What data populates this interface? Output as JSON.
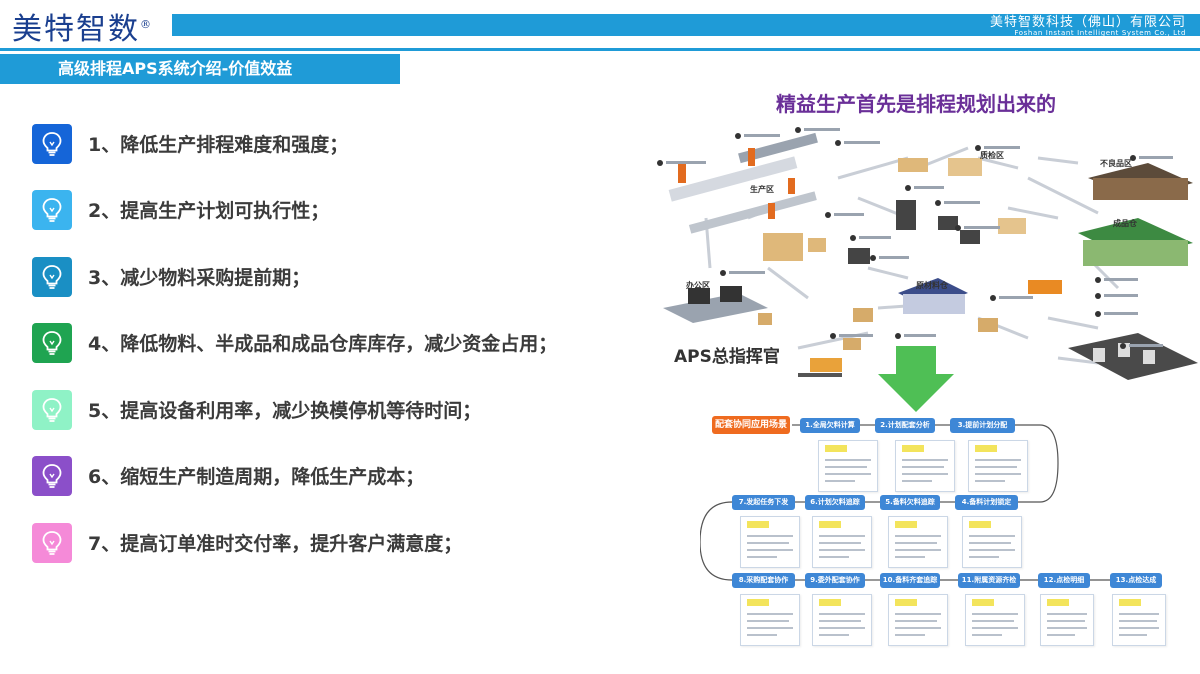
{
  "header": {
    "logo": "美特智数",
    "logo_mark": "®",
    "company_cn": "美特智数科技（佛山）有限公司",
    "company_en": "Foshan Instant Intelligent System Co., Ltd"
  },
  "section_title": "高级排程APS系统介绍-价值效益",
  "benefits": [
    {
      "text": "1、降低生产排程难度和强度；",
      "color": "#1565d8",
      "icon": "lightbulb-icon"
    },
    {
      "text": "2、提高生产计划可执行性；",
      "color": "#3bb4ef",
      "icon": "lightbulb-icon"
    },
    {
      "text": "3、减少物料采购提前期；",
      "color": "#1a8fc4",
      "icon": "lightbulb-icon"
    },
    {
      "text": "4、降低物料、半成品和成品仓库库存，减少资金占用；",
      "color": "#1fa451",
      "icon": "lightbulb-icon"
    },
    {
      "text": "5、提高设备利用率，减少换模停机等待时间；",
      "color": "#8ff2c6",
      "icon": "lightbulb-icon"
    },
    {
      "text": "6、缩短生产制造周期，降低生产成本；",
      "color": "#8b4fc9",
      "icon": "lightbulb-icon"
    },
    {
      "text": "7、提高订单准时交付率，提升客户满意度；",
      "color": "#f58ad8",
      "icon": "lightbulb-icon"
    }
  ],
  "right_panel": {
    "title": "精益生产首先是排程规划出来的",
    "aps_label": "APS总指挥官",
    "zones": {
      "production": "生产区",
      "office": "办公区",
      "quality": "质检区",
      "defect": "不良品区",
      "finished": "成品仓",
      "raw": "原材料仓"
    },
    "flow_header": "配套协同应用场景",
    "flow_steps": [
      "1.全局欠料计算",
      "2.计划配套分析",
      "3.提前计划分配",
      "7.发起任务下发",
      "6.计划欠料追踪",
      "5.备料欠料追踪",
      "4.备料计划锁定",
      "8.采购配套协作",
      "9.委外配套协作",
      "10.备料齐套追踪",
      "11.附属资源齐检",
      "12.点检明细",
      "13.点检达成"
    ]
  }
}
